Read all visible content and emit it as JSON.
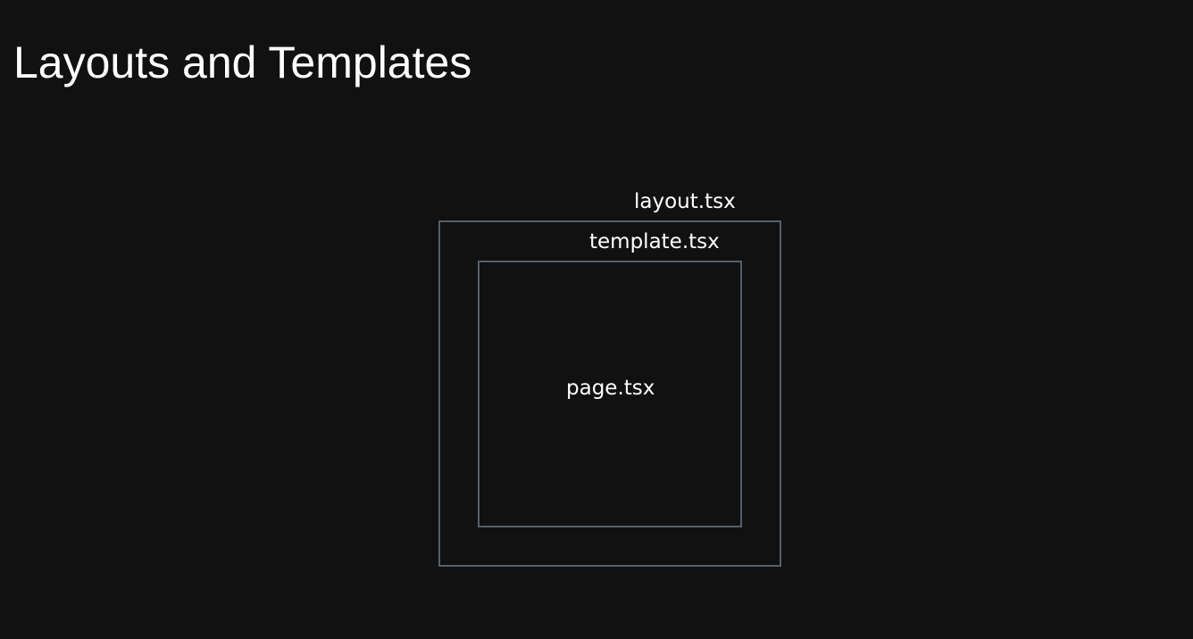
{
  "slide": {
    "title": "Layouts and Templates"
  },
  "diagram": {
    "layout_label": "layout.tsx",
    "template_label": "template.tsx",
    "page_label": "page.tsx"
  },
  "colors": {
    "background": "#111111",
    "text": "#ffffff",
    "box_border": "#56606b"
  }
}
